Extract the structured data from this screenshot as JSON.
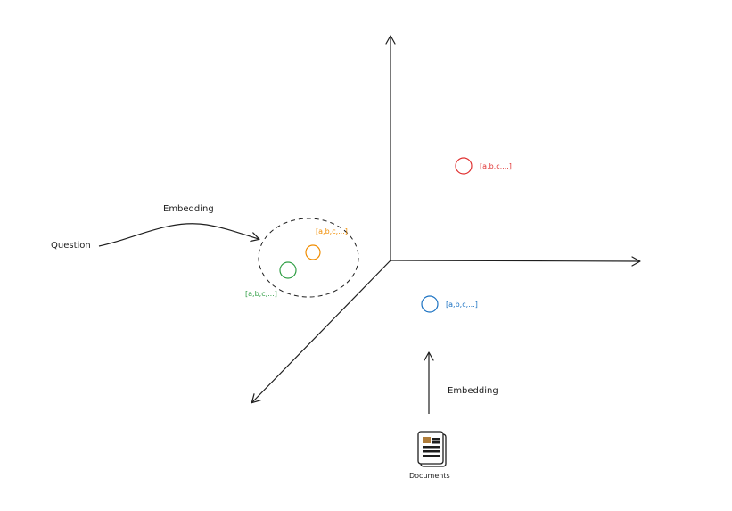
{
  "labels": {
    "question": "Question",
    "embedding_top": "Embedding",
    "embedding_bottom": "Embedding",
    "documents": "Documents"
  },
  "vectors": [
    {
      "text": "[a,b,c,...]",
      "color": "#e03131"
    },
    {
      "text": "[a,b,c,...]",
      "color": "#f08c00"
    },
    {
      "text": "[a,b,c,...]",
      "color": "#2f9e44"
    },
    {
      "text": "[a,b,c,...]",
      "color": "#1971c2"
    }
  ],
  "colors": {
    "stroke": "#1e1e1e",
    "cluster_outline": "#1e1e1e",
    "doc_fill": "#b07d3a"
  },
  "icons": {
    "documents": "document-icon"
  }
}
